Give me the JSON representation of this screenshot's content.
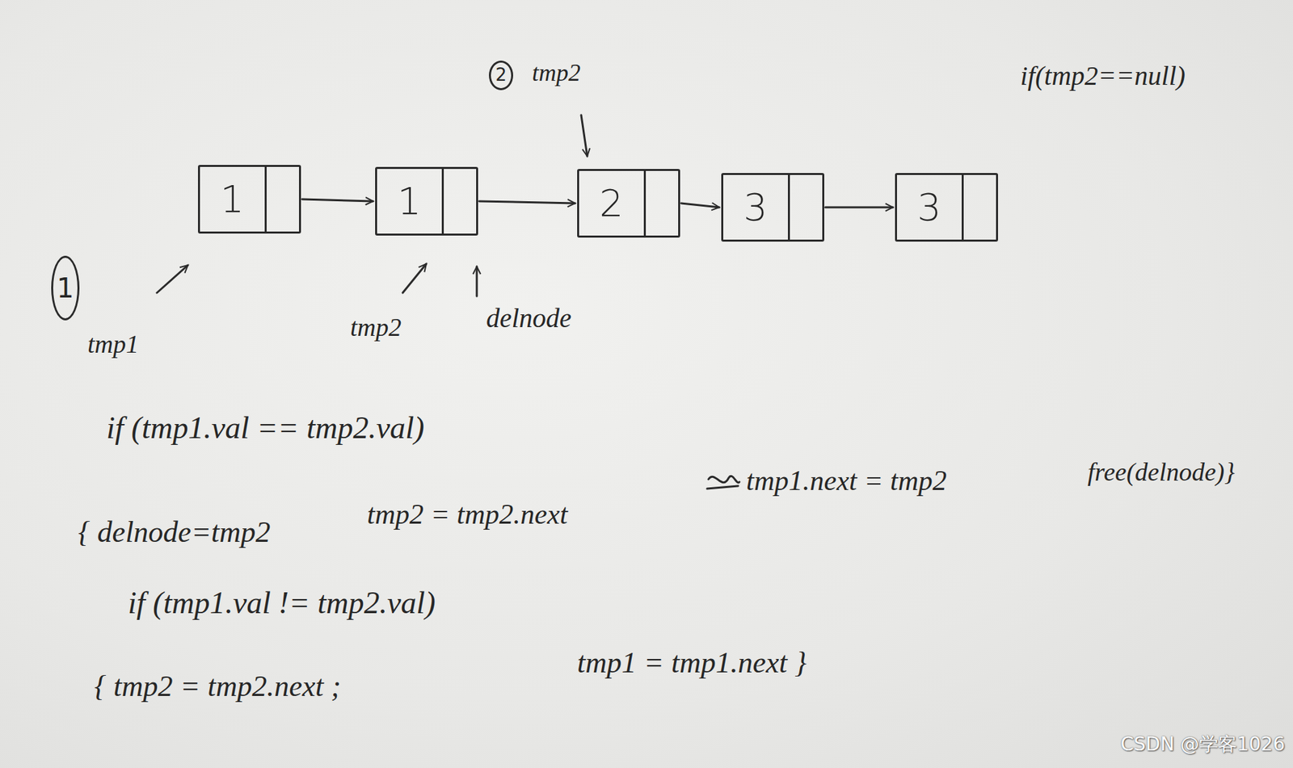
{
  "diagram": {
    "nodes": [
      {
        "text": [
          "1"
        ]
      },
      {
        "text": [
          "1"
        ]
      },
      {
        "text": [
          "2"
        ]
      },
      {
        "text": [
          "3"
        ]
      },
      {
        "text": [
          "3"
        ]
      }
    ],
    "edges": [
      {
        "from": 0,
        "to": 1,
        "arrow": "to"
      },
      {
        "from": 1,
        "to": 2,
        "arrow": "to"
      },
      {
        "from": 2,
        "to": 3,
        "arrow": "to"
      },
      {
        "from": 3,
        "to": 4,
        "arrow": "to"
      }
    ],
    "labels": [
      "1",
      "2",
      "tmp2",
      "if(tmp2==null)",
      "tmp1",
      "tmp2",
      "delnode",
      "if (tmp1.val == tmp2.val)",
      "{ delnode=tmp2",
      "tmp2 = tmp2.next",
      "tmp1.next = tmp2",
      "free(delnode)}",
      "if (tmp1.val != tmp2.val)",
      "{ tmp2 = tmp2.next ;",
      "tmp1 = tmp1.next }",
      "CSDN @学客1026"
    ]
  }
}
